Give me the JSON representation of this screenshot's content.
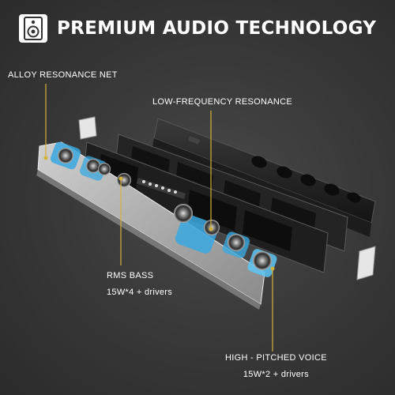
{
  "header": {
    "icon": "speaker-icon",
    "title": "PREMIUM AUDIO TECHNOLOGY"
  },
  "callouts": {
    "alloy_net": {
      "label": "ALLOY RESONANCE NET"
    },
    "low_freq": {
      "label": "LOW-FREQUENCY RESONANCE"
    },
    "rms_bass": {
      "label": "RMS BASS",
      "detail": "15W*4 + drivers"
    },
    "high_voice": {
      "label": "HIGH - PITCHED VOICE",
      "detail": "15W*2 + drivers"
    }
  },
  "colors": {
    "background": "#3a3a3a",
    "accent_line": "#d6b23a",
    "driver_blue": "#3aa8e0",
    "driver_glow": "#5cc6f5"
  }
}
